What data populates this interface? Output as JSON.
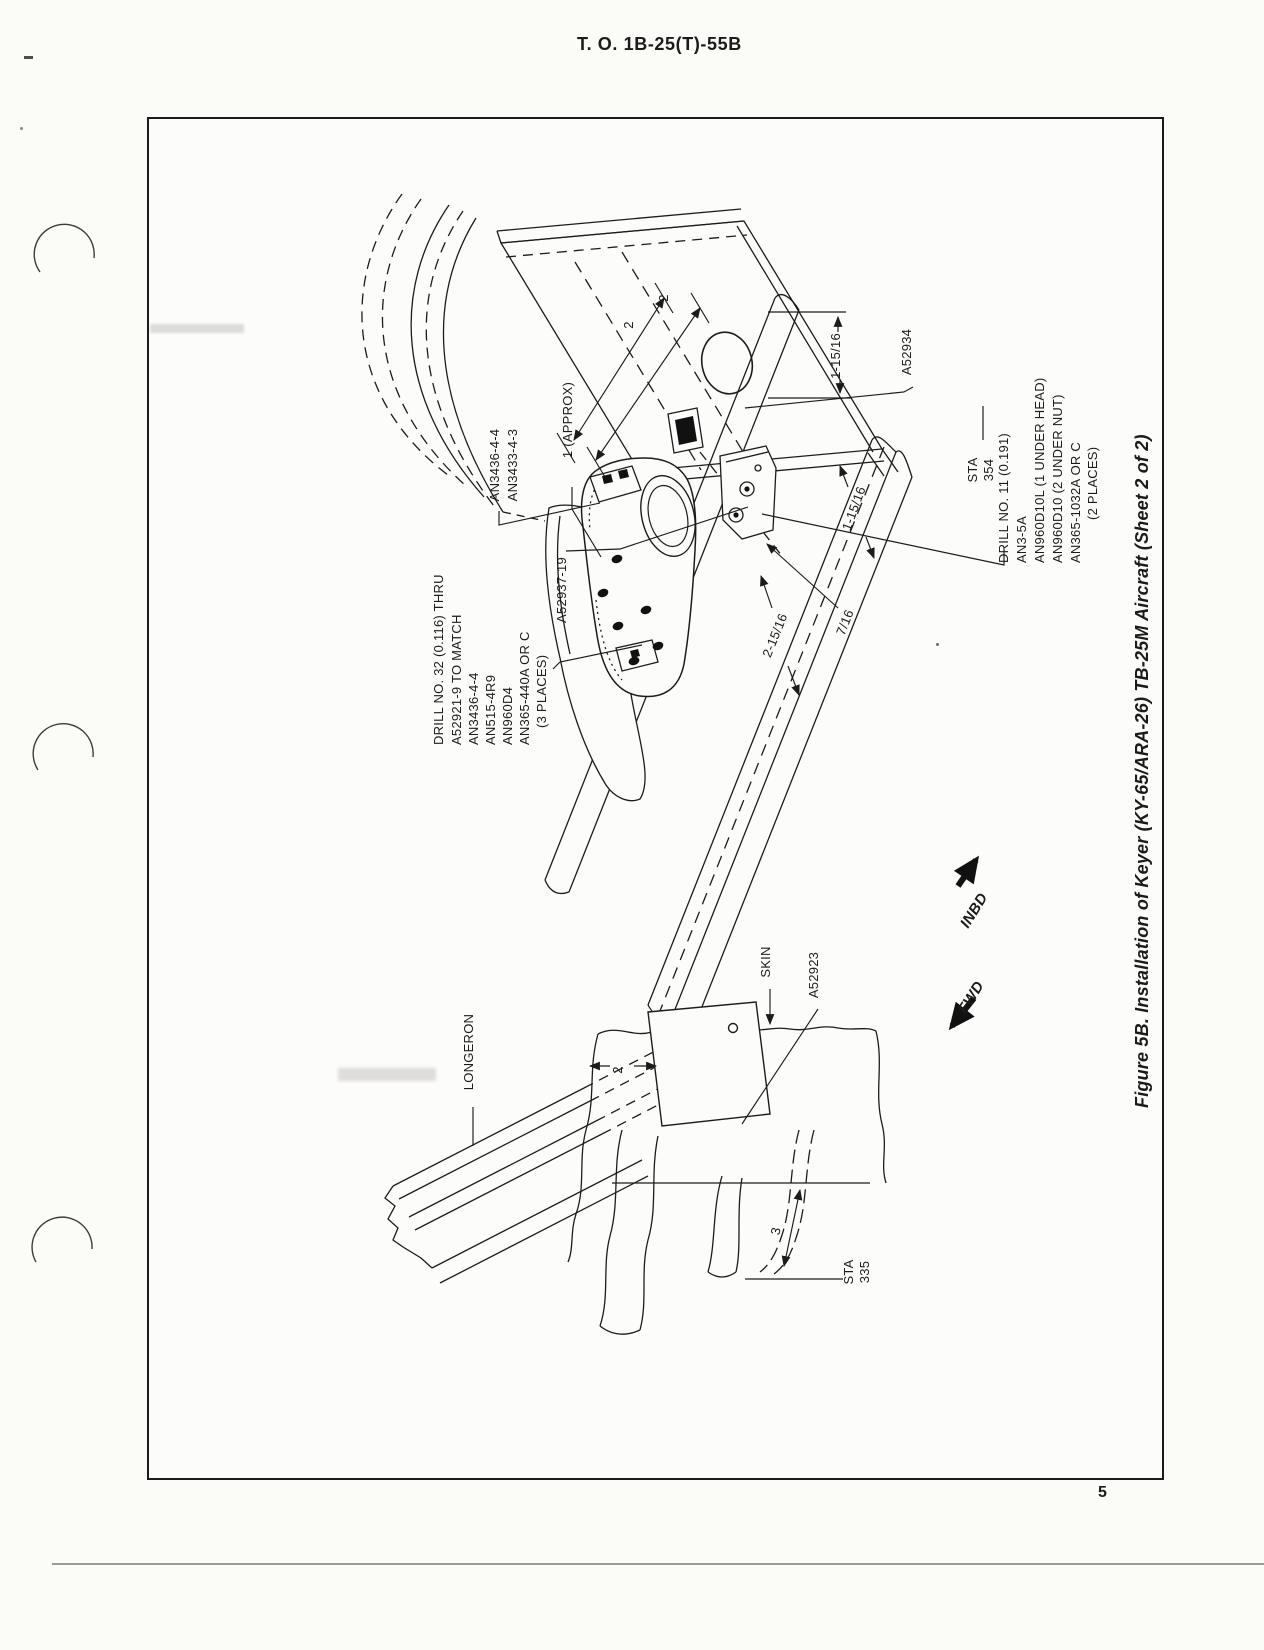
{
  "header": {
    "to_number": "T. O. 1B-25(T)-55B"
  },
  "page": {
    "number": "5"
  },
  "figure": {
    "caption": "Figure 5B.  Installation of Keyer (KY-65/ARA-26) TB-25M Aircraft (Sheet 2 of 2)"
  },
  "diagram": {
    "labels": {
      "an_bolt_1": "AN3436-4-4",
      "an_bolt_2": "AN3433-4-3",
      "approx": "1 (APPROX)",
      "dim_2a": "2",
      "dim_2b": "2",
      "dim_1_15_16_a": "1-15/16",
      "dim_1_15_16_b": "1-15/16",
      "dim_2_15_16": "2-15/16",
      "dim_7_16": "7/16",
      "dim_2c": "2",
      "dim_3": "3",
      "a52934": "A52934",
      "a52937": "A52937-19",
      "a52923": "A52923",
      "sta354_line1": "STA",
      "sta354_line2": "354",
      "sta335_line1": "STA",
      "sta335_line2": "335",
      "longeron": "LONGERON",
      "skin": "SKIN",
      "fwd": "FWD",
      "inbd": "INBD"
    },
    "drill32": {
      "lines": [
        "DRILL NO. 32 (0.116) THRU",
        "A52921-9 TO MATCH",
        "AN3436-4-4",
        "AN515-4R9",
        "AN960D4",
        "AN365-440A OR C",
        "(3 PLACES)"
      ]
    },
    "drill11": {
      "lines": [
        "DRILL NO. 11 (0.191)",
        "AN3-5A",
        "AN960D10L (1 UNDER HEAD)",
        "AN960D10 (2 UNDER NUT)",
        "AN365-1032A OR C",
        "(2 PLACES)"
      ]
    }
  }
}
